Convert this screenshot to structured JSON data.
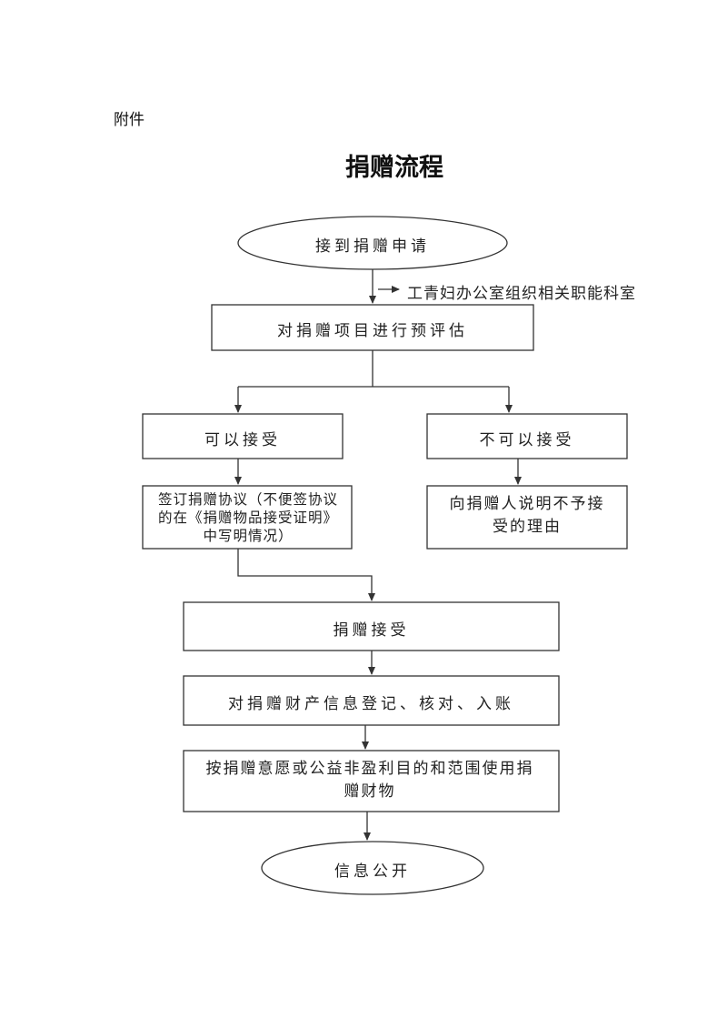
{
  "header": {
    "attachment_label": "附件",
    "title": "捐赠流程"
  },
  "flow": {
    "start": "接到捐赠申请",
    "side_note": "工青妇办公室组织相关职能科室",
    "evaluate": "对捐赠项目进行预评估",
    "accept": "可以接受",
    "reject": "不可以接受",
    "sign_agreement": "签订捐赠协议（不便签协议的在《捐赠物品接受证明》中写明情况）",
    "explain_reason": "向捐赠人说明不予接受的理由",
    "donation_accepted": "捐赠接受",
    "register": "对捐赠财产信息登记、核对、入账",
    "use_property": "按捐赠意愿或公益非盈利目的和范围使用捐赠财物",
    "end": "信息公开"
  }
}
